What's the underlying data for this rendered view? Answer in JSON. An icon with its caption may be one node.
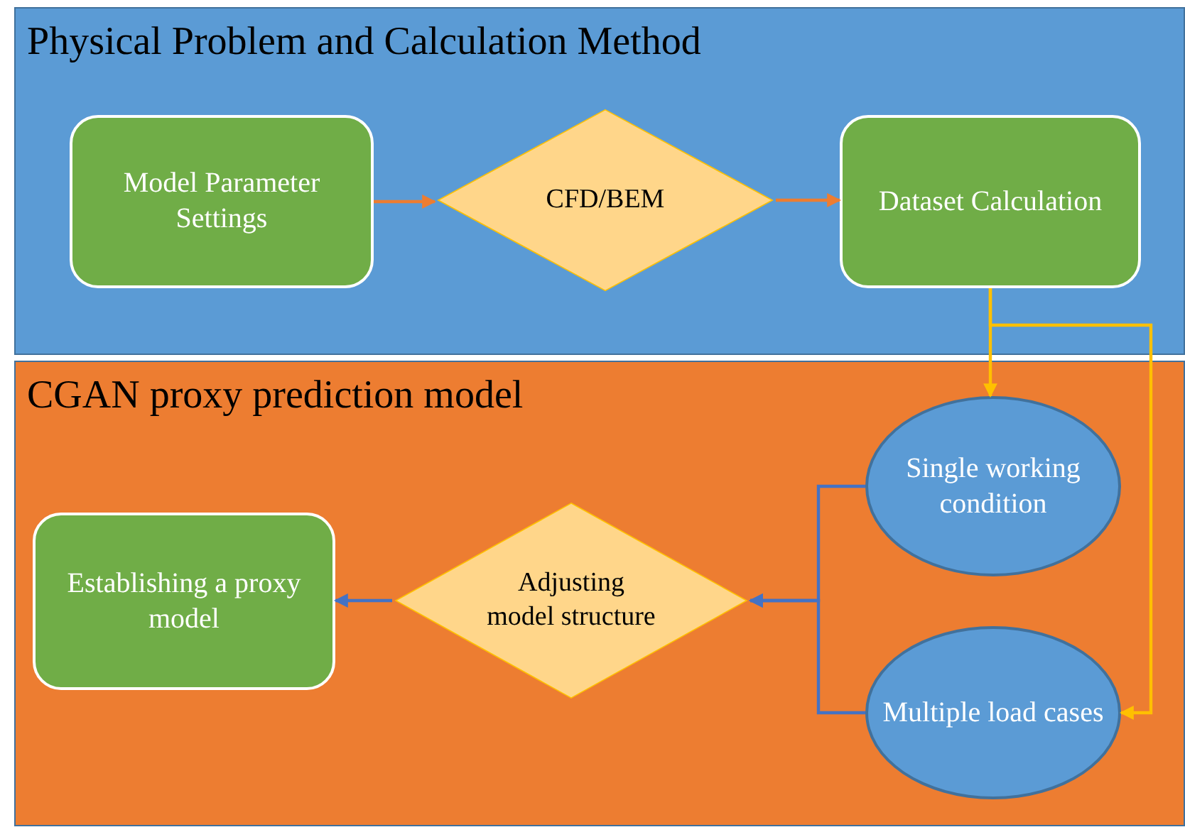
{
  "diagram": {
    "nodes": [
      {
        "text": [
          "Physical Problem and Calculation Method"
        ]
      },
      {
        "text": [
          "Model Parameter Settings"
        ],
        "in": 0
      },
      {
        "text": [
          "CFD/BEM"
        ],
        "in": 0
      },
      {
        "text": [
          "Dataset Calculation"
        ],
        "in": 0
      },
      {
        "text": [
          "CGAN proxy prediction model"
        ]
      },
      {
        "text": [
          "Single working condition"
        ],
        "in": 4
      },
      {
        "text": [
          "Multiple load cases"
        ],
        "in": 4
      },
      {
        "text": [
          "Adjusting model structure"
        ],
        "in": 4
      },
      {
        "text": [
          "Establishing a proxy model"
        ],
        "in": 4
      }
    ],
    "edges": [
      {
        "from": 1,
        "to": 2,
        "arrow": "to",
        "color": "#ed7d31"
      },
      {
        "from": 2,
        "to": 3,
        "arrow": "to",
        "color": "#ed7d31"
      },
      {
        "from": 3,
        "to": 5,
        "arrow": "to",
        "color": "#ffc000"
      },
      {
        "from": 3,
        "to": 6,
        "arrow": "to",
        "color": "#ffc000"
      },
      {
        "from": 5,
        "to": 7,
        "arrow": "to"
      },
      {
        "from": 6,
        "to": 7,
        "arrow": "to"
      },
      {
        "from": 7,
        "to": 8,
        "arrow": "to"
      }
    ]
  }
}
